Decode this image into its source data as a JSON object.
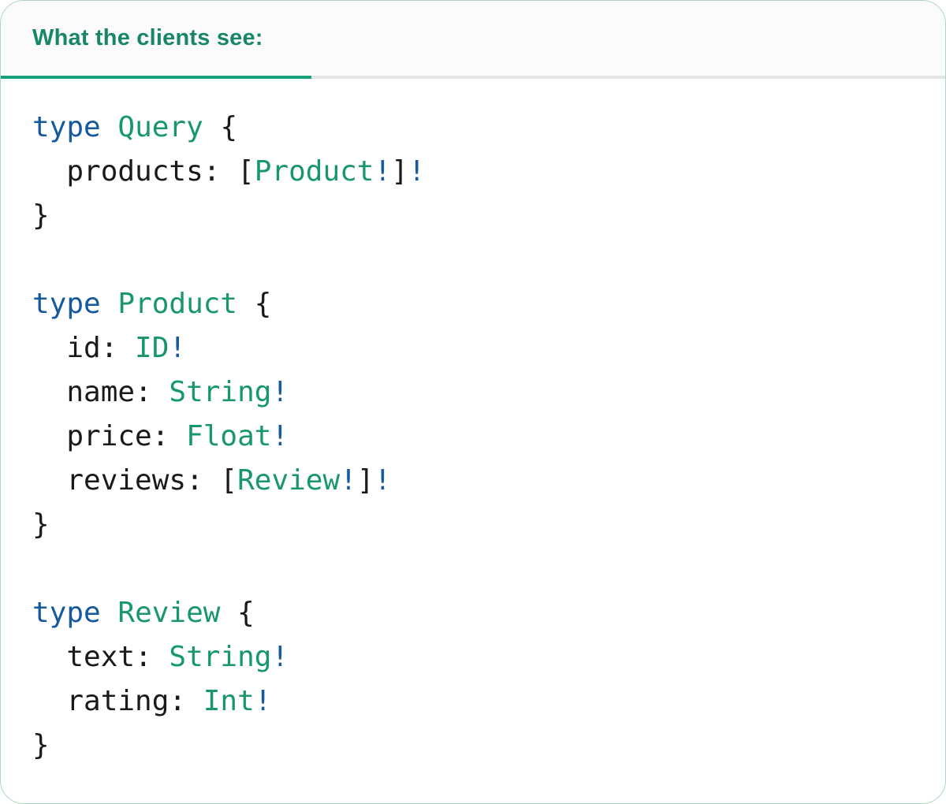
{
  "header": {
    "label": "What the clients see:"
  },
  "colors": {
    "accent": "#16a178",
    "accent_text": "#178767",
    "keyword": "#175a9c",
    "type": "#17966f",
    "plain": "#1a1a1a",
    "bang": "#175a9c",
    "divider": "#e4e4e4",
    "border": "#aed6c0",
    "header_bg": "#fbfbfb"
  },
  "code": {
    "language": "graphql",
    "lines": [
      [
        {
          "k": "keyword",
          "t": "type"
        },
        {
          "k": "plain",
          "t": " "
        },
        {
          "k": "type",
          "t": "Query"
        },
        {
          "k": "plain",
          "t": " {"
        }
      ],
      [
        {
          "k": "plain",
          "t": "  products: ["
        },
        {
          "k": "type",
          "t": "Product"
        },
        {
          "k": "bang",
          "t": "!"
        },
        {
          "k": "plain",
          "t": "]"
        },
        {
          "k": "bang",
          "t": "!"
        }
      ],
      [
        {
          "k": "plain",
          "t": "}"
        }
      ],
      [],
      [
        {
          "k": "keyword",
          "t": "type"
        },
        {
          "k": "plain",
          "t": " "
        },
        {
          "k": "type",
          "t": "Product"
        },
        {
          "k": "plain",
          "t": " {"
        }
      ],
      [
        {
          "k": "plain",
          "t": "  id: "
        },
        {
          "k": "type",
          "t": "ID"
        },
        {
          "k": "bang",
          "t": "!"
        }
      ],
      [
        {
          "k": "plain",
          "t": "  name: "
        },
        {
          "k": "type",
          "t": "String"
        },
        {
          "k": "bang",
          "t": "!"
        }
      ],
      [
        {
          "k": "plain",
          "t": "  price: "
        },
        {
          "k": "type",
          "t": "Float"
        },
        {
          "k": "bang",
          "t": "!"
        }
      ],
      [
        {
          "k": "plain",
          "t": "  reviews: ["
        },
        {
          "k": "type",
          "t": "Review"
        },
        {
          "k": "bang",
          "t": "!"
        },
        {
          "k": "plain",
          "t": "]"
        },
        {
          "k": "bang",
          "t": "!"
        }
      ],
      [
        {
          "k": "plain",
          "t": "}"
        }
      ],
      [],
      [
        {
          "k": "keyword",
          "t": "type"
        },
        {
          "k": "plain",
          "t": " "
        },
        {
          "k": "type",
          "t": "Review"
        },
        {
          "k": "plain",
          "t": " {"
        }
      ],
      [
        {
          "k": "plain",
          "t": "  text: "
        },
        {
          "k": "type",
          "t": "String"
        },
        {
          "k": "bang",
          "t": "!"
        }
      ],
      [
        {
          "k": "plain",
          "t": "  rating: "
        },
        {
          "k": "type",
          "t": "Int"
        },
        {
          "k": "bang",
          "t": "!"
        }
      ],
      [
        {
          "k": "plain",
          "t": "}"
        }
      ]
    ]
  }
}
